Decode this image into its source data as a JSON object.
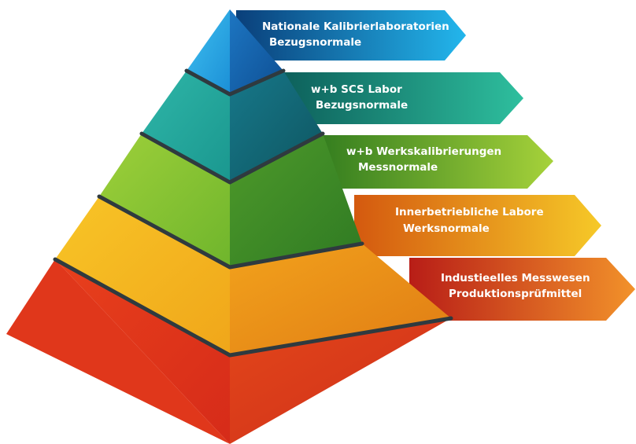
{
  "levels": [
    {
      "line1": "Nationale Kalibrierlaboratorien",
      "line2": "Bezugsnormale"
    },
    {
      "line1": "w+b SCS Labor",
      "line2": "Bezugsnormale"
    },
    {
      "line1": "w+b Werkskalibrierungen",
      "line2": "Messnormale"
    },
    {
      "line1": "Innerbetriebliche Labore",
      "line2": "Werksnormale"
    },
    {
      "line1": "Industieelles Messwesen",
      "line2": "Produktionsprüfmittel"
    }
  ],
  "colors": {
    "level1": "#1e9fe0",
    "level2": "#1b9c98",
    "level3": "#7cbf2e",
    "level4": "#f0ae19",
    "level5": "#e23a1b",
    "separator": "#2f3a3f"
  }
}
